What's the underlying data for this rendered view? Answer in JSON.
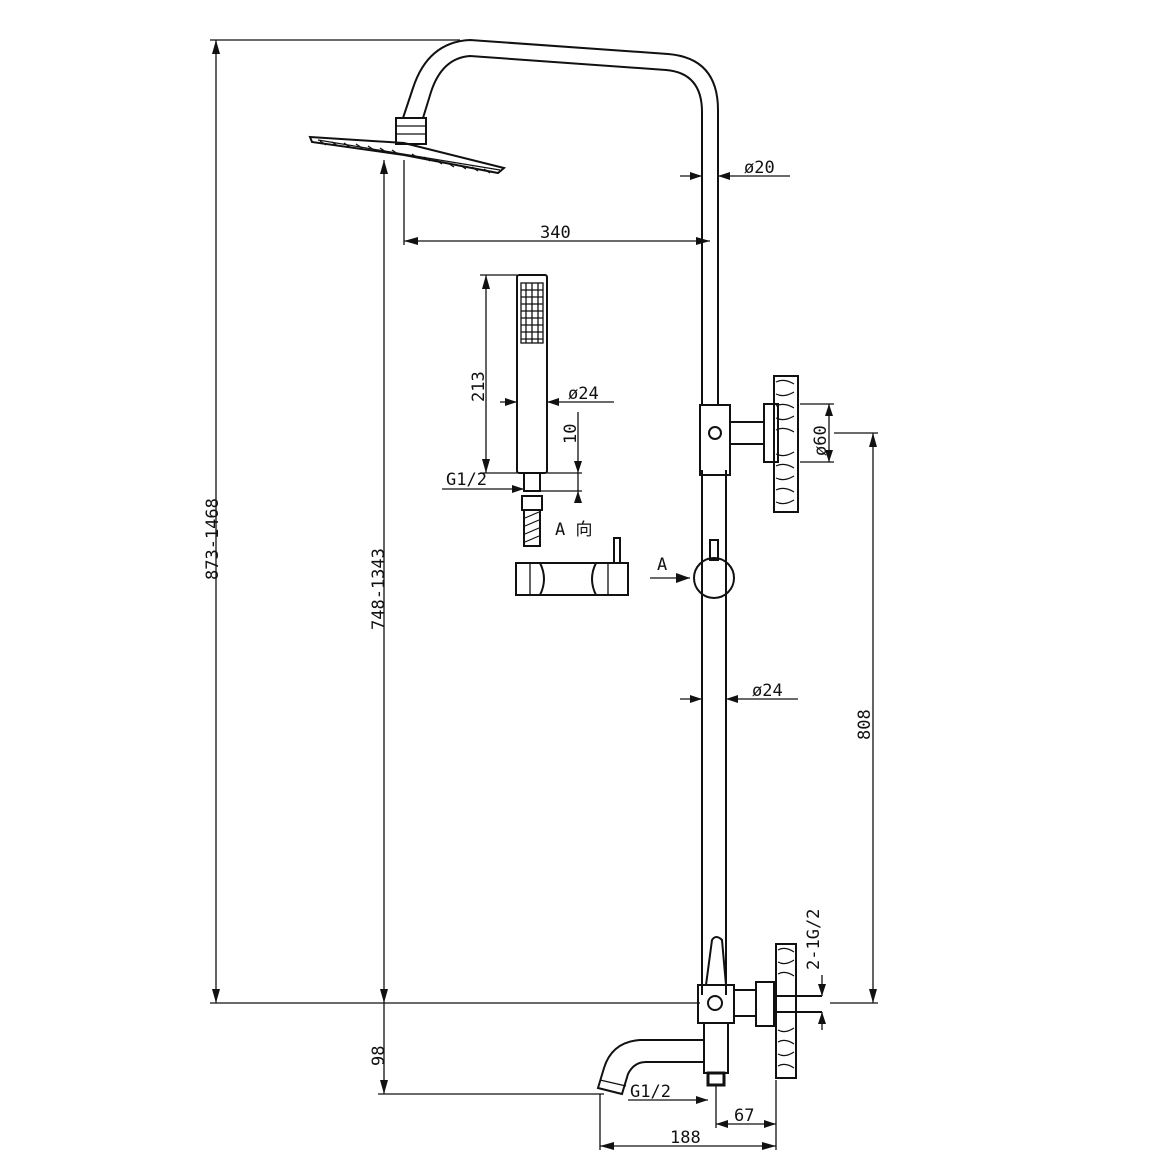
{
  "dimensions": {
    "total_height": "873-1468",
    "head_height": "748-1343",
    "arm_reach": "340",
    "upper_pipe_dia": "ø20",
    "handheld_length": "213",
    "handheld_dia": "ø24",
    "handheld_tip": "10",
    "handheld_thread": "G1/2",
    "view_label": "A 向",
    "arrow_label": "A",
    "wall_flange_dia": "ø60",
    "lower_pipe_dia": "ø24",
    "bracket_spacing": "808",
    "inlet_thread": "2-1G/2",
    "spout_drop": "98",
    "spout_thread": "G1/2",
    "valve_offset": "67",
    "spout_reach": "188"
  }
}
